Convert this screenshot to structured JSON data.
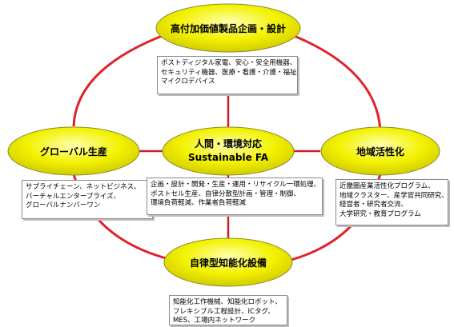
{
  "colors": {
    "oval_fill_light": "#ffffb0",
    "oval_fill": "#f2f200",
    "oval_fill_dark": "#cfc800",
    "oval_border": "#8c8a2a",
    "connector": "#e0222a",
    "connector_inner": "#c8202a"
  },
  "nodes": {
    "top": {
      "label": "高付加価値製品企画・設計"
    },
    "left": {
      "label": "グローバル生産"
    },
    "center": {
      "label_line1": "人間・環境対応",
      "label_line2": "Sustainable FA"
    },
    "right": {
      "label": "地域活性化"
    },
    "bottom": {
      "label": "自律型知能化設備"
    }
  },
  "boxes": {
    "top": [
      "ポストディジタル家電、安心・安全用機器、",
      "セキュリティ機器、医療・看護・介護・福祉機器、",
      "マイクロデバイス"
    ],
    "left": [
      "サプライチェーン、ネットビジネス、",
      "バーチャルエンタープライズ、",
      "グローバルナンバーワン"
    ],
    "center": [
      "企画・設計・開発・生産・運用・リサイクル一環処理、",
      "ポストセル生産、自律分散型計画・管理・制御、",
      "環境負荷軽減、作業者負荷軽減"
    ],
    "right": [
      "近畿圏産業活性化プログラム、",
      "地域クラスター、産学官共同研究、",
      "経営者・研究者交流、",
      "大学研究・教育プログラム"
    ],
    "bottom": [
      "知能化工作機械、知能化ロボット、",
      "フレキシブル工程設計、ICタグ、",
      "MES、工場内ネットワーク"
    ]
  }
}
